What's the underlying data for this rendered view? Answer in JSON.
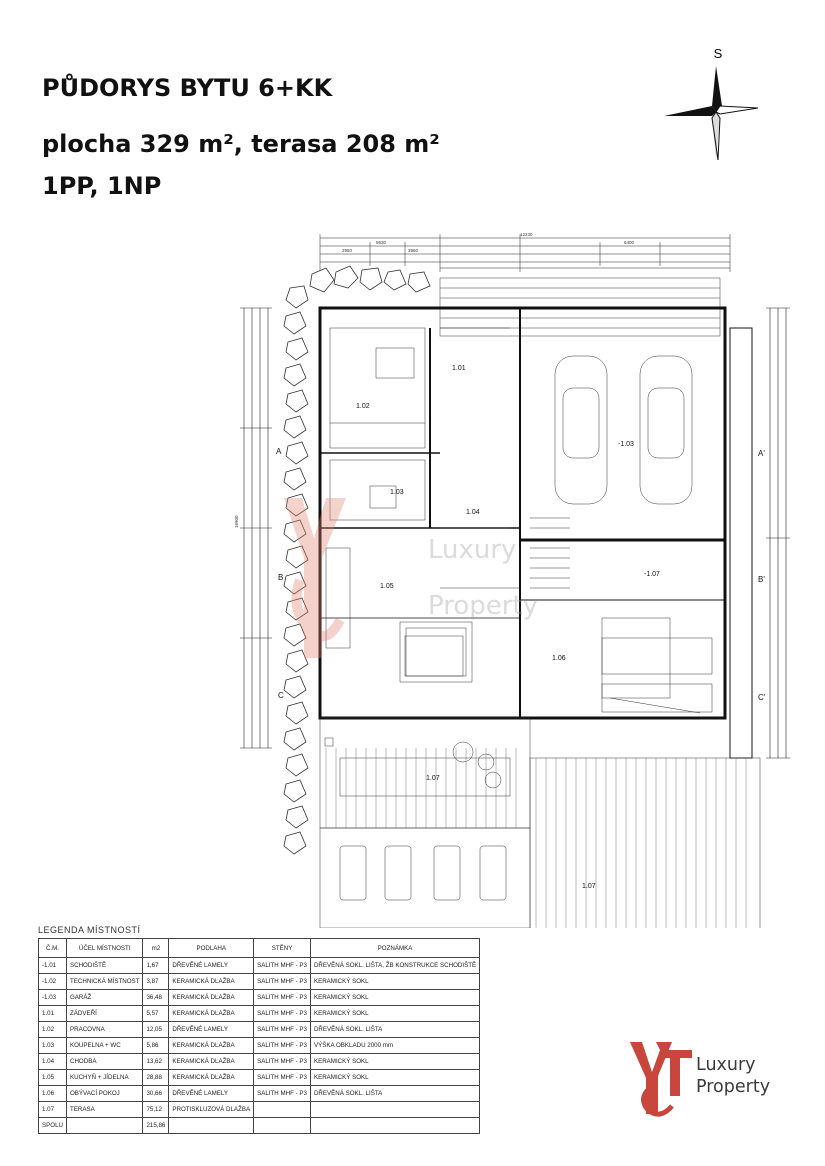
{
  "header": {
    "title": "PŮDORYS BYTU 6+KK",
    "area_line": "plocha 329  m², terasa 208 m²",
    "floors": "1PP, 1NP"
  },
  "compass": {
    "label": "S"
  },
  "plan": {
    "rooms": [
      {
        "id": "1.01"
      },
      {
        "id": "1.02"
      },
      {
        "id": "1.03"
      },
      {
        "id": "1.04"
      },
      {
        "id": "1.05"
      },
      {
        "id": "1.06"
      },
      {
        "id": "1.07"
      },
      {
        "id": "-1.03"
      },
      {
        "id": "-1.07"
      }
    ],
    "section_marks": [
      "A",
      "A'",
      "B",
      "B'",
      "C",
      "C'"
    ],
    "top_dims": [
      "12230",
      "5530",
      "6400",
      "3960",
      "2950"
    ],
    "side_dim": "16900"
  },
  "watermark": {
    "line1": "Luxury",
    "line2": "Property"
  },
  "legend": {
    "title": "LEGENDA MÍSTNOSTÍ",
    "columns": [
      "Č.M.",
      "ÚČEL MÍSTNOSTI",
      "m2",
      "PODLAHA",
      "STĚNY",
      "POZNÁMKA"
    ],
    "rows": [
      [
        "-1.01",
        "SCHODIŠTĚ",
        "1,67",
        "DŘEVĚNÉ LAMELY",
        "SALITH MHF - P3",
        "DŘEVĚNÁ SOKL. LIŠTA, ŽB KONSTRUKCE SCHODIŠTĚ"
      ],
      [
        "-1.02",
        "TECHNICKÁ MÍSTNOST",
        "3,87",
        "KERAMICKÁ DLAŽBA",
        "SALITH MHF - P3",
        "KERAMICKÝ SOKL"
      ],
      [
        "-1.03",
        "GARÁŽ",
        "36,48",
        "KERAMICKÁ DLAŽBA",
        "SALITH MHF - P3",
        "KERAMICKÝ SOKL"
      ],
      [
        "1.01",
        "ZÁDVEŘÍ",
        "5,57",
        "KERAMICKÁ DLAŽBA",
        "SALITH MHF - P3",
        "KERAMICKÝ SOKL"
      ],
      [
        "1.02",
        "PRACOVNA",
        "12,05",
        "DŘEVĚNÉ LAMELY",
        "SALITH MHF - P3",
        "DŘEVĚNÁ SOKL. LIŠTA"
      ],
      [
        "1.03",
        "KOUPELNA + WC",
        "5,86",
        "KERAMICKÁ DLAŽBA",
        "SALITH MHF - P3",
        "VÝŠKA OBKLADU 2000 mm"
      ],
      [
        "1.04",
        "CHODBA",
        "13,62",
        "KERAMICKÁ DLAŽBA",
        "SALITH MHF - P3",
        "KERAMICKÝ SOKL"
      ],
      [
        "1.05",
        "KUCHYŇ + JÍDELNA",
        "28,88",
        "KERAMICKÁ DLAŽBA",
        "SALITH MHF - P3",
        "KERAMICKÝ SOKL"
      ],
      [
        "1.06",
        "OBÝVACÍ POKOJ",
        "30,66",
        "DŘEVĚNÉ LAMELY",
        "SALITH MHF - P3",
        "DŘEVĚNÁ SOKL. LIŠTA"
      ],
      [
        "1.07",
        "TERASA",
        "75,12",
        "PROTISKLUZOVÁ DLAŽBA",
        "",
        ""
      ],
      [
        "SPOLU",
        "",
        "215,86",
        "",
        "",
        ""
      ]
    ]
  },
  "logo": {
    "line1": "Luxury",
    "line2": "Property",
    "accent": "#c8463b"
  }
}
